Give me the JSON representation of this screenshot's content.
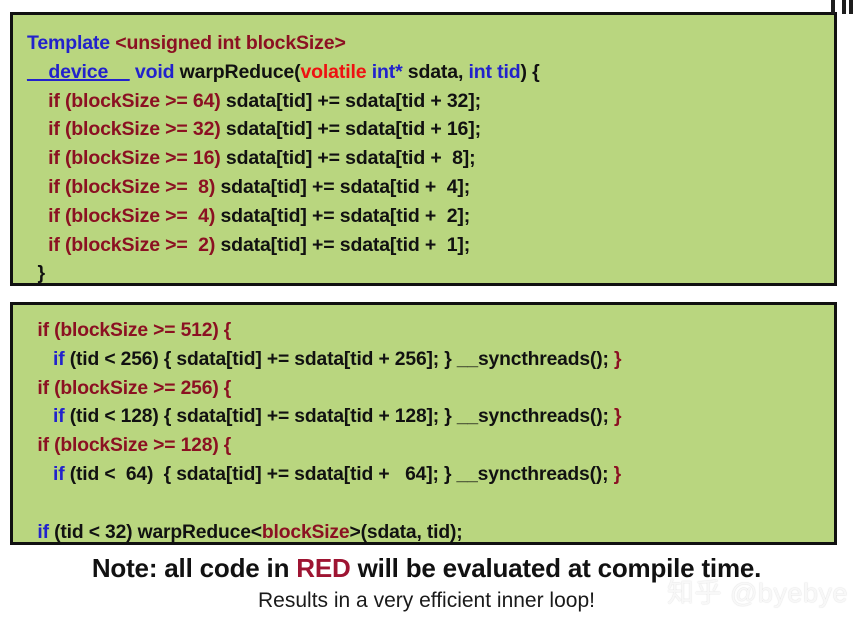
{
  "slide": {
    "background_color": "#ffffff",
    "code_bg_color": "#b9d67f",
    "border_color": "#111111"
  },
  "colors": {
    "keyword_blue": "#2222cc",
    "compile_time_dark_red": "#8b1122",
    "volatile_red": "#ee1111",
    "code_black": "#111111",
    "note_red": "#9e1432"
  },
  "warp_reduce_box": {
    "name": "warpReduce device function",
    "lines": [
      {
        "id": "l1",
        "tokens": [
          {
            "text": "Template ",
            "color": "blue"
          },
          {
            "text": "<unsigned int blockSize>",
            "color": "dred"
          }
        ]
      },
      {
        "id": "l2",
        "tokens": [
          {
            "text": "__device__",
            "color": "blue",
            "underline": true
          },
          {
            "text": " ",
            "color": "black"
          },
          {
            "text": "void ",
            "color": "blue"
          },
          {
            "text": "warpReduce(",
            "color": "black"
          },
          {
            "text": "volatile ",
            "color": "red"
          },
          {
            "text": "int*",
            "color": "blue"
          },
          {
            "text": " sdata, ",
            "color": "black"
          },
          {
            "text": "int tid",
            "color": "blue"
          },
          {
            "text": ") {",
            "color": "black"
          }
        ]
      },
      {
        "id": "l3",
        "tokens": [
          {
            "text": "    if (blockSize >= 64)",
            "color": "dred"
          },
          {
            "text": " sdata[tid] += sdata[tid + 32];",
            "color": "black"
          }
        ]
      },
      {
        "id": "l4",
        "tokens": [
          {
            "text": "    if (blockSize >= 32)",
            "color": "dred"
          },
          {
            "text": " sdata[tid] += sdata[tid + 16];",
            "color": "black"
          }
        ]
      },
      {
        "id": "l5",
        "tokens": [
          {
            "text": "    if (blockSize >= 16)",
            "color": "dred"
          },
          {
            "text": " sdata[tid] += sdata[tid +  8];",
            "color": "black"
          }
        ]
      },
      {
        "id": "l6",
        "tokens": [
          {
            "text": "    if (blockSize >=  8)",
            "color": "dred"
          },
          {
            "text": " sdata[tid] += sdata[tid +  4];",
            "color": "black"
          }
        ]
      },
      {
        "id": "l7",
        "tokens": [
          {
            "text": "    if (blockSize >=  4)",
            "color": "dred"
          },
          {
            "text": " sdata[tid] += sdata[tid +  2];",
            "color": "black"
          }
        ]
      },
      {
        "id": "l8",
        "tokens": [
          {
            "text": "    if (blockSize >=  2)",
            "color": "dred"
          },
          {
            "text": " sdata[tid] += sdata[tid +  1];",
            "color": "black"
          }
        ]
      },
      {
        "id": "l9",
        "tokens": [
          {
            "text": "  }",
            "color": "black"
          }
        ]
      }
    ]
  },
  "main_reduce_box": {
    "name": "unrolled reduction body",
    "lines": [
      {
        "id": "m1",
        "tokens": [
          {
            "text": "  if (blockSize >= 512) {",
            "color": "dred"
          }
        ]
      },
      {
        "id": "m2",
        "tokens": [
          {
            "text": "     if ",
            "color": "blue"
          },
          {
            "text": "(tid < 256) { sdata[tid] += sdata[tid + 256]; } __syncthreads(); ",
            "color": "black"
          },
          {
            "text": "}",
            "color": "dred"
          }
        ]
      },
      {
        "id": "m3",
        "tokens": [
          {
            "text": "  if (blockSize >= 256) {",
            "color": "dred"
          }
        ]
      },
      {
        "id": "m4",
        "tokens": [
          {
            "text": "     if ",
            "color": "blue"
          },
          {
            "text": "(tid < 128) { sdata[tid] += sdata[tid + 128]; } __syncthreads(); ",
            "color": "black"
          },
          {
            "text": "}",
            "color": "dred"
          }
        ]
      },
      {
        "id": "m5",
        "tokens": [
          {
            "text": "  if (blockSize >= 128) {",
            "color": "dred"
          }
        ]
      },
      {
        "id": "m6",
        "tokens": [
          {
            "text": "     if ",
            "color": "blue"
          },
          {
            "text": "(tid <  64)  { sdata[tid] += sdata[tid +   64]; } __syncthreads(); ",
            "color": "black"
          },
          {
            "text": "}",
            "color": "dred"
          }
        ]
      },
      {
        "id": "m7",
        "tokens": [
          {
            "text": " ",
            "color": "black"
          }
        ]
      },
      {
        "id": "m8",
        "tokens": [
          {
            "text": "  if ",
            "color": "blue"
          },
          {
            "text": "(tid < 32) warpReduce<",
            "color": "black"
          },
          {
            "text": "blockSize",
            "color": "dred"
          },
          {
            "text": ">(sdata, tid);",
            "color": "black"
          }
        ]
      }
    ]
  },
  "note": {
    "prefix": "Note: all code in ",
    "highlight": "RED",
    "suffix": " will be evaluated at compile time."
  },
  "results": {
    "text": "Results in a very efficient inner loop!"
  },
  "watermark": {
    "text": "知乎 @byebye"
  }
}
